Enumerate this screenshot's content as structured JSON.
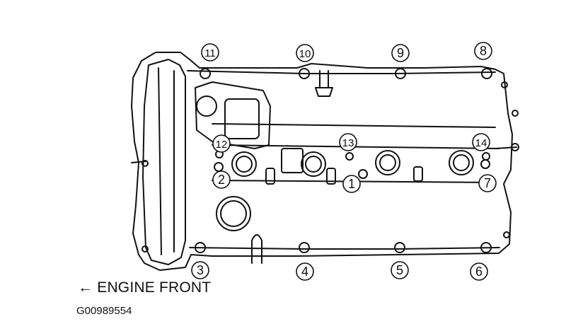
{
  "diagram": {
    "front_label": "← ENGINE FRONT",
    "figure_code": "G00989554",
    "bolts": [
      {
        "label": "1"
      },
      {
        "label": "2"
      },
      {
        "label": "3"
      },
      {
        "label": "4"
      },
      {
        "label": "5"
      },
      {
        "label": "6"
      },
      {
        "label": "7"
      },
      {
        "label": "8"
      },
      {
        "label": "9"
      },
      {
        "label": "10"
      },
      {
        "label": "11"
      },
      {
        "label": "12"
      },
      {
        "label": "13"
      },
      {
        "label": "14"
      }
    ]
  }
}
